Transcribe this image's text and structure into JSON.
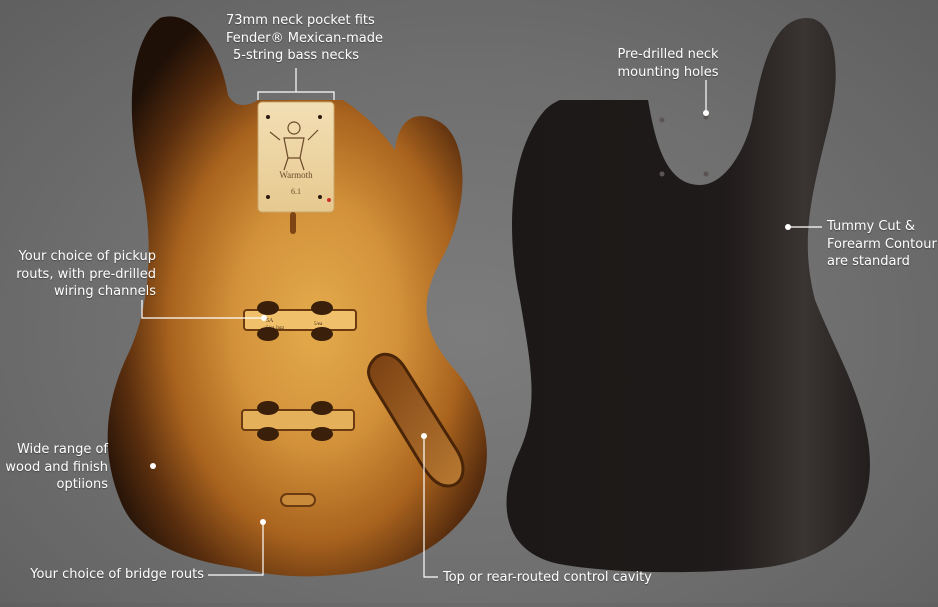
{
  "callouts": {
    "neck_pocket": [
      "73mm neck pocket fits",
      "Fender® Mexican-made",
      "5-string bass necks"
    ],
    "neck_holes": [
      "Pre-drilled neck",
      "mounting holes"
    ],
    "tummy_cut": [
      "Tummy Cut &",
      "Forearm Contour",
      "are standard"
    ],
    "pickup_routs": [
      "Your choice of pickup",
      "routs, with pre-drilled",
      "wiring channels"
    ],
    "wood_finish": [
      "Wide range of",
      "wood and finish",
      "optiions"
    ],
    "bridge_routs": [
      "Your choice of bridge routs"
    ],
    "control_cavity": [
      "Top or rear-routed control cavity"
    ]
  },
  "neck_plate": {
    "logo_text": "Warmoth",
    "tag": "6.1"
  },
  "pickup_marking": {
    "line1": "5A",
    "line2": "5/ca Jazz",
    "line3": "5/ea"
  },
  "colors": {
    "background": "#737373",
    "burst_center": "#e0a646",
    "burst_mid": "#b06a1e",
    "burst_edge": "#231208",
    "black_body": "#1a1716",
    "callout_text": "#ffffff",
    "leader_line": "#ffffff"
  }
}
